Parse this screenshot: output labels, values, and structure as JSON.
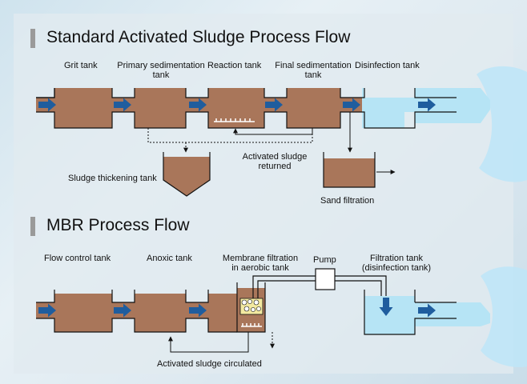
{
  "standard": {
    "title": "Standard Activated Sludge Process Flow",
    "labels": {
      "grit_tank": "Grit tank",
      "primary_sedimentation_tank_1": "Primary sedimentation",
      "primary_sedimentation_tank_2": "tank",
      "reaction_tank": "Reaction tank",
      "final_sedimentation_tank_1": "Final sedimentation",
      "final_sedimentation_tank_2": "tank",
      "disinfection_tank": "Disinfection tank",
      "activated_sludge_returned_1": "Activated sludge",
      "activated_sludge_returned_2": "returned",
      "sludge_thickening_tank": "Sludge thickening tank",
      "sand_filtration": "Sand filtration"
    }
  },
  "mbr": {
    "title": "MBR Process Flow",
    "labels": {
      "flow_control_tank": "Flow control tank",
      "anoxic_tank": "Anoxic tank",
      "membrane_filtration_1": "Membrane filtration",
      "membrane_filtration_2": "in aerobic tank",
      "pump": "Pump",
      "filtration_tank_1": "Filtration tank",
      "filtration_tank_2": "(disinfection tank)",
      "activated_sludge_circulated": "Activated sludge circulated"
    }
  },
  "colors": {
    "sludge": "#a9765a",
    "water": "#b6e4f5",
    "arrow": "#1f5d9e",
    "outline": "#111111",
    "section_bar": "#9a9a9a"
  }
}
